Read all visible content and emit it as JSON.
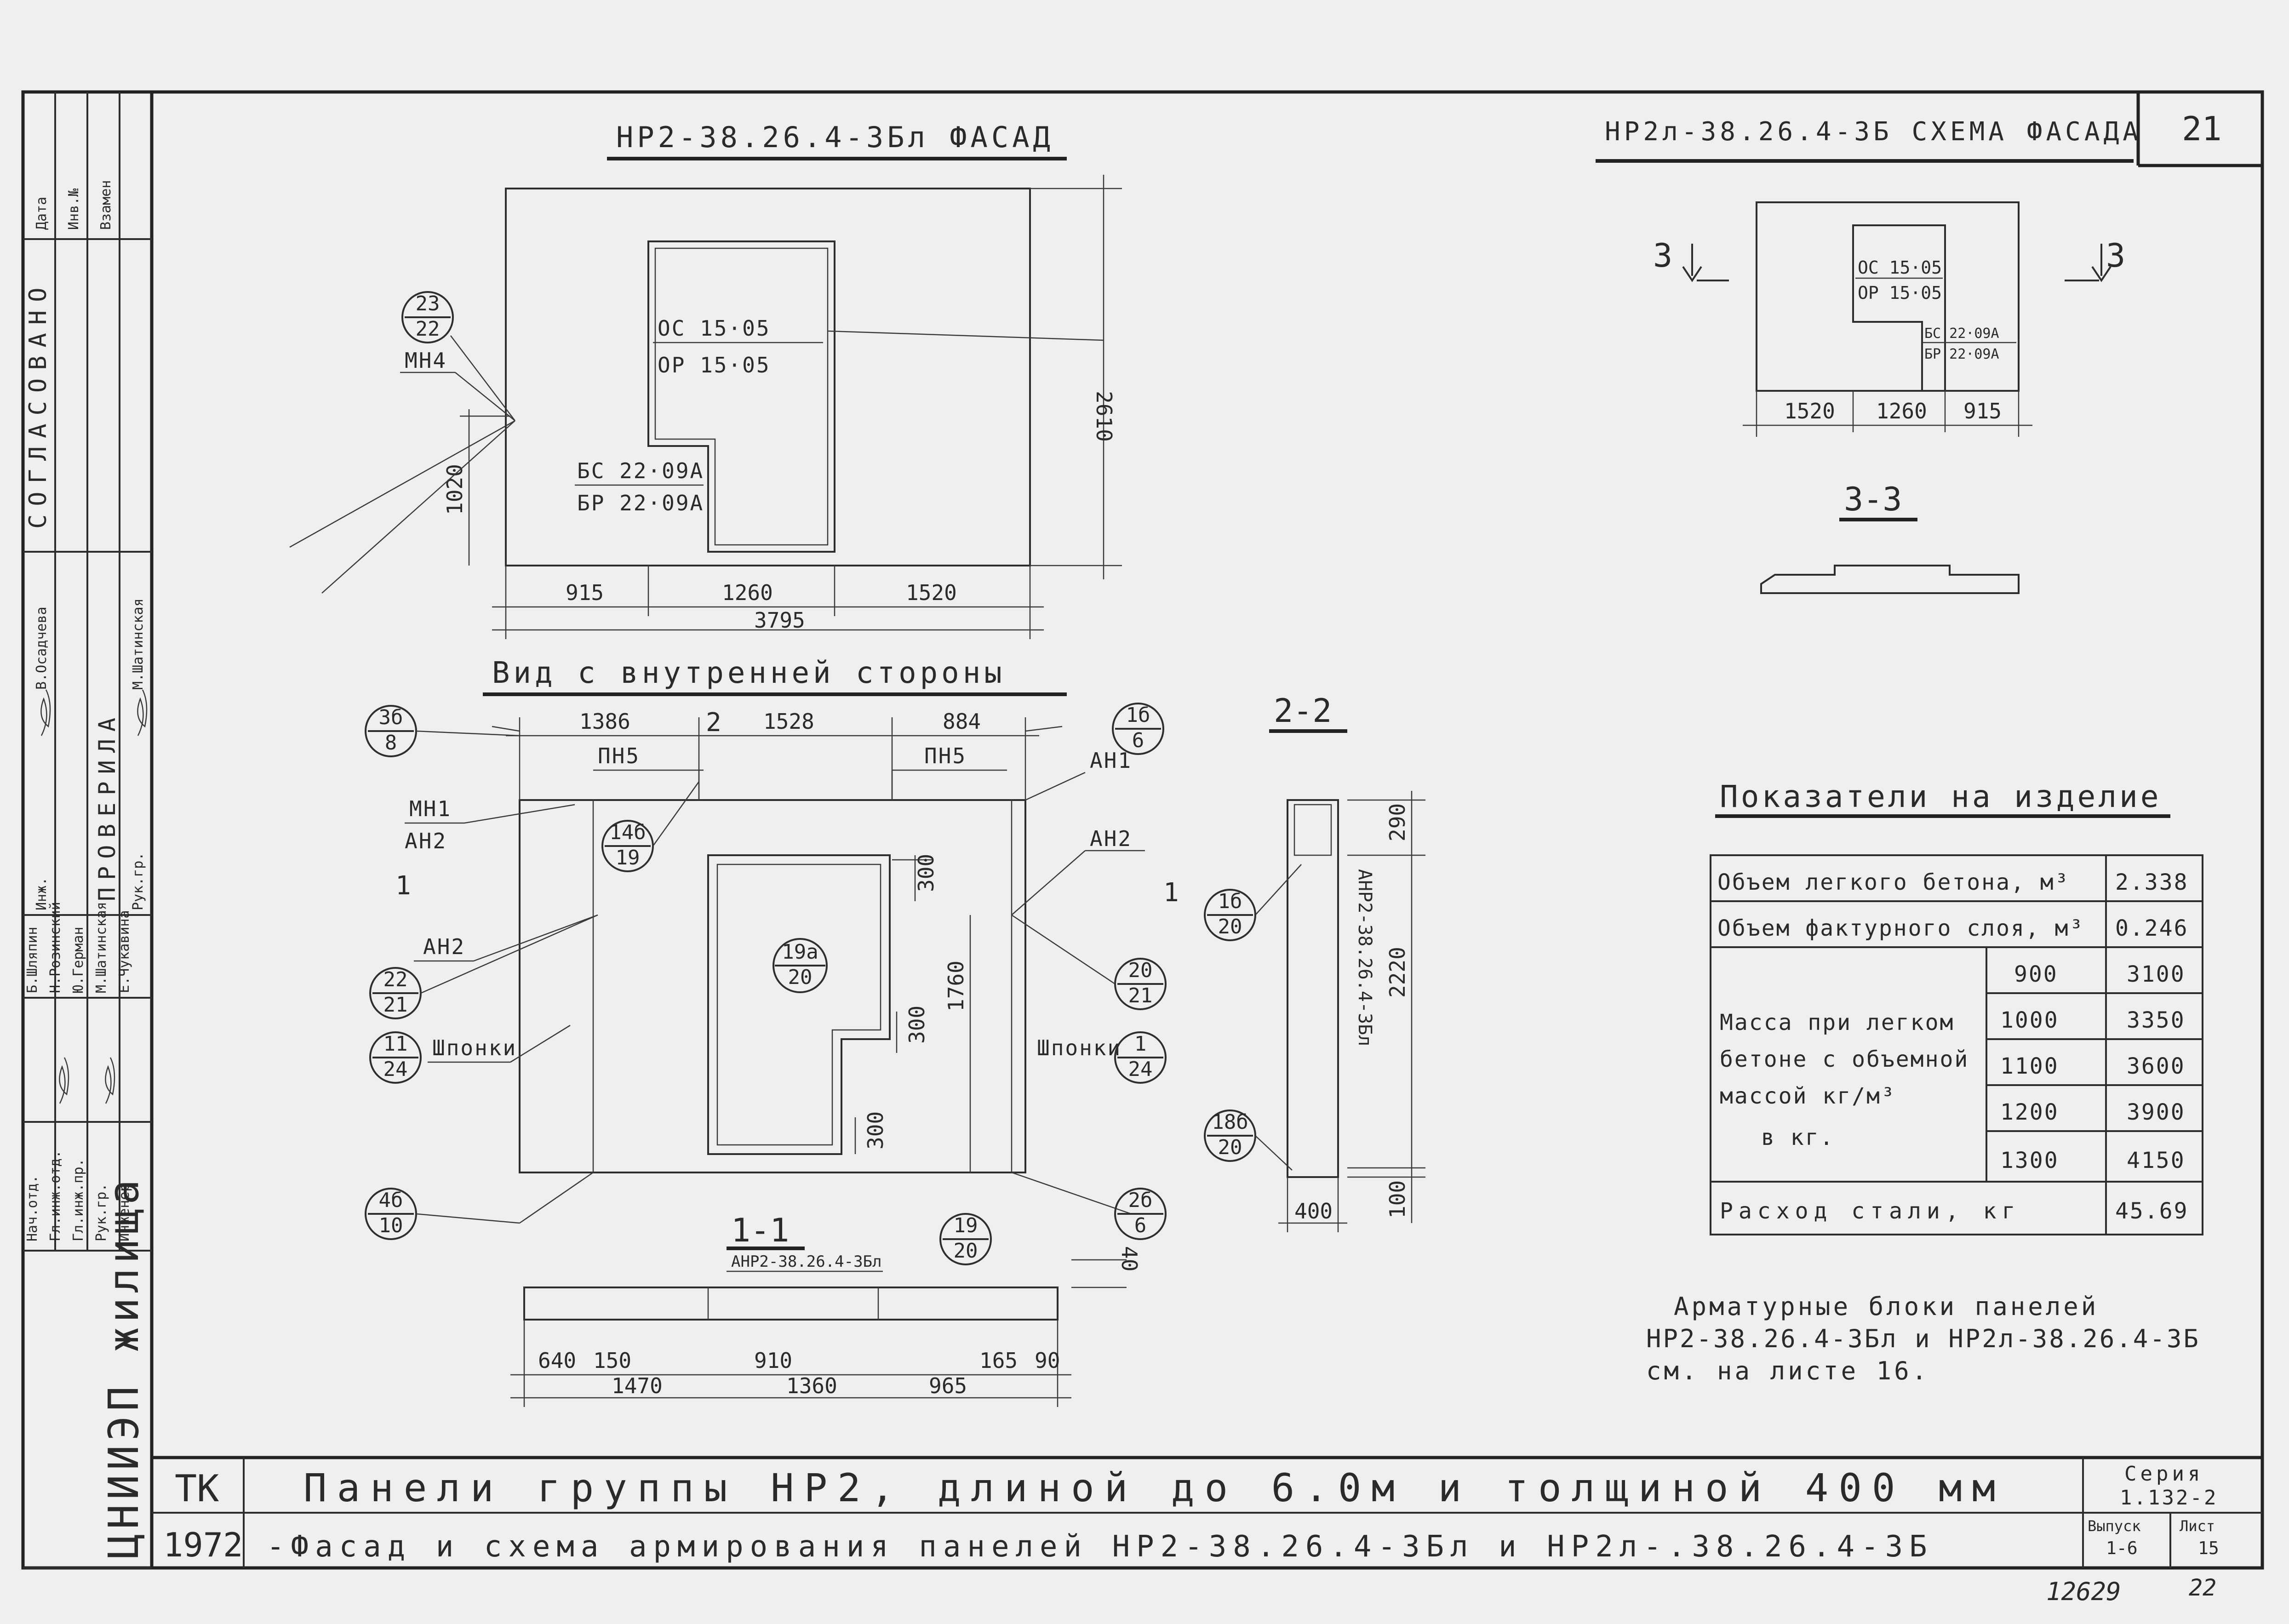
{
  "sheet_number": "21",
  "facade": {
    "title": "НР2-38.26.4-3Бл ФАСАД",
    "opening_top": "ОС 15·05",
    "opening_bottom": "ОР 15·05",
    "door_top": "БС 22·09А",
    "door_bottom": "БР 22·09А",
    "dim_height": "2610",
    "dim_left": "1020",
    "dims_bottom": [
      "915",
      "1260",
      "1520"
    ],
    "dim_total": "3795",
    "callout": {
      "top": "23",
      "bottom": "22",
      "label": "МН4"
    }
  },
  "scheme": {
    "title": "НР2л-38.26.4-3Б СХЕМА ФАСАДА",
    "opening_top": "ОС 15·05",
    "opening_bottom": "ОР 15·05",
    "door_top": "БС 22·09А",
    "door_bottom": "БР 22·09А",
    "dims": [
      "1520",
      "1260",
      "915"
    ],
    "section_mark": "3",
    "section_title": "3-3"
  },
  "inside": {
    "title": "Вид с внутренней стороны",
    "dims_top": [
      "1386",
      "1528",
      "884"
    ],
    "section_mark_2": "2",
    "section_mark_1": "1",
    "pn_left": "ПН5",
    "pn_right": "ПН5",
    "labels": {
      "mn1": "МН1",
      "an2_a": "АН2",
      "an2_b": "АН2",
      "an2_c": "АН2",
      "an1": "АН1",
      "shponki_l": "Шпонки",
      "shponki_r": "Шпонки"
    },
    "dims_right": [
      "300",
      "300",
      "300",
      "1760"
    ],
    "callouts": [
      {
        "id": "c3b8",
        "top": "3б",
        "bottom": "8"
      },
      {
        "id": "c1b6",
        "top": "1б",
        "bottom": "6"
      },
      {
        "id": "c14b19",
        "top": "14б",
        "bottom": "19"
      },
      {
        "id": "c2221",
        "top": "22",
        "bottom": "21"
      },
      {
        "id": "c1124",
        "top": "11",
        "bottom": "24"
      },
      {
        "id": "c4b10",
        "top": "4б",
        "bottom": "10"
      },
      {
        "id": "c19a20",
        "top": "19а",
        "bottom": "20"
      },
      {
        "id": "c2021",
        "top": "20",
        "bottom": "21"
      },
      {
        "id": "c124",
        "top": "1",
        "bottom": "24"
      },
      {
        "id": "c2b6",
        "top": "2б",
        "bottom": "6"
      },
      {
        "id": "c1920",
        "top": "19",
        "bottom": "20"
      }
    ]
  },
  "section_22": {
    "title": "2-2",
    "label": "АНР2-38.26.4-3Бл",
    "dims": [
      "290",
      "2220",
      "100"
    ],
    "dim_bottom": "400",
    "callouts": [
      {
        "top": "1б",
        "bottom": "20"
      },
      {
        "top": "18б",
        "bottom": "20"
      }
    ]
  },
  "section_11": {
    "title": "1-1",
    "label": "АНР2-38.26.4-3Бл",
    "dim_right": "40",
    "dims_top": [
      "640",
      "150",
      "910",
      "165",
      "90"
    ],
    "dims_bottom": [
      "1470",
      "1360",
      "965"
    ]
  },
  "indicators": {
    "title": "Показатели на изделие",
    "rows": [
      {
        "label": "Объем легкого бетона, м³",
        "value": "2.338"
      },
      {
        "label": "Объем фактурного слоя, м³",
        "value": "0.246"
      }
    ],
    "mass_label": [
      "Масса при легком",
      "бетоне с объемной",
      "массой  кг/м³",
      "в кг."
    ],
    "mass_rows": [
      {
        "density": "900",
        "mass": "3100"
      },
      {
        "density": "1000",
        "mass": "3350"
      },
      {
        "density": "1100",
        "mass": "3600"
      },
      {
        "density": "1200",
        "mass": "3900"
      },
      {
        "density": "1300",
        "mass": "4150"
      }
    ],
    "steel_label": "Расход стали, кг",
    "steel_value": "45.69"
  },
  "note": [
    "Арматурные блоки панелей",
    "НР2-38.26.4-3Бл и НР2л-38.26.4-3Б",
    "см. на листе 16."
  ],
  "stamp": {
    "org": "ЦНИИЭП жилища",
    "code": "ТК",
    "year": "1972",
    "title_line1": "Панели  группы  НР2,  длиной до 6.0м  и  толщиной  400 мм",
    "title_line2": "-Фасад  и  схема  армирования  панелей  НР2-38.26.4-3Бл и НР2л-.38.26.4-3Б",
    "series_label": "Серия",
    "series_value": "1.132-2",
    "issue_label": "Выпуск",
    "issue_value": "1-6",
    "sheet_label": "Лист",
    "sheet_value": "15"
  },
  "side_block": {
    "agreed": "СОГЛАСОВАНО",
    "checked": "ПРОВЕРИЛА",
    "headers": [
      "Дата",
      "Инв.№",
      "Взамен"
    ],
    "roles": [
      "Нач.отд.",
      "Гл.инж.отд.",
      "Гл.инж.пр.",
      "Рук.гр.",
      "Инженер"
    ],
    "names": [
      "Б.Шляпин",
      "Н.Розинский",
      "Ю.Герман",
      "М.Шатинская",
      "Е.Чукавина"
    ],
    "eng": "Инж.",
    "eng_name": "В.Осадчева",
    "rukgr": "Рук.гр.",
    "rukgr_name": "М.Шатинская"
  },
  "archive_no": "12629",
  "archive_page": "22"
}
